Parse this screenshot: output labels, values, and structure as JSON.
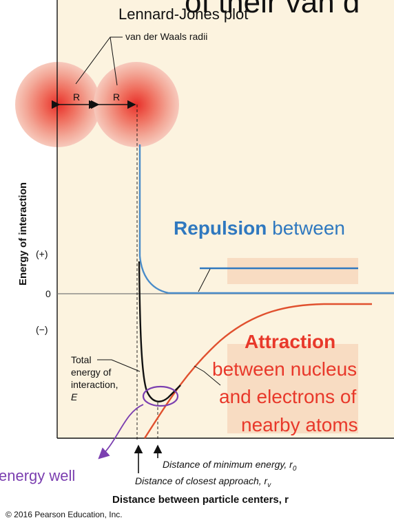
{
  "header": {
    "cut_title": "of their van d",
    "plot_title": "Lennard-Jones plot"
  },
  "atoms": {
    "radii_label": "van der Waals radii",
    "radius_symbol": "R"
  },
  "axes": {
    "y_label": "Energy of interaction",
    "plus_tick": "(+)",
    "zero_tick": "0",
    "minus_tick": "(−)",
    "x_label": "Distance between particle centers, r"
  },
  "repulsion": {
    "bold": "Repulsion",
    "rest": " between"
  },
  "attraction": {
    "line1": "Attraction",
    "line2": "between nucleus",
    "line3": "and electrons of",
    "line4": "nearby atoms"
  },
  "total": {
    "line1": "Total",
    "line2": "energy of",
    "line3": "interaction,",
    "line4": "E"
  },
  "annotations": {
    "energy_well": "energy well",
    "min_distance": "Distance of minimum energy, r",
    "min_distance_sub": "0",
    "closest_approach": "Distance of closest approach, r",
    "closest_approach_sub": "v"
  },
  "copyright": "© 2016 Pearson Education, Inc.",
  "colors": {
    "panel": "#fcf3df",
    "repulsion": "#4a8cc9",
    "attraction": "#e0502e",
    "attraction_text": "#e8382a",
    "repulsion_text": "#2f78bf",
    "well": "#7b3fb0",
    "total": "#111111",
    "atom_core": "#e8302a"
  }
}
